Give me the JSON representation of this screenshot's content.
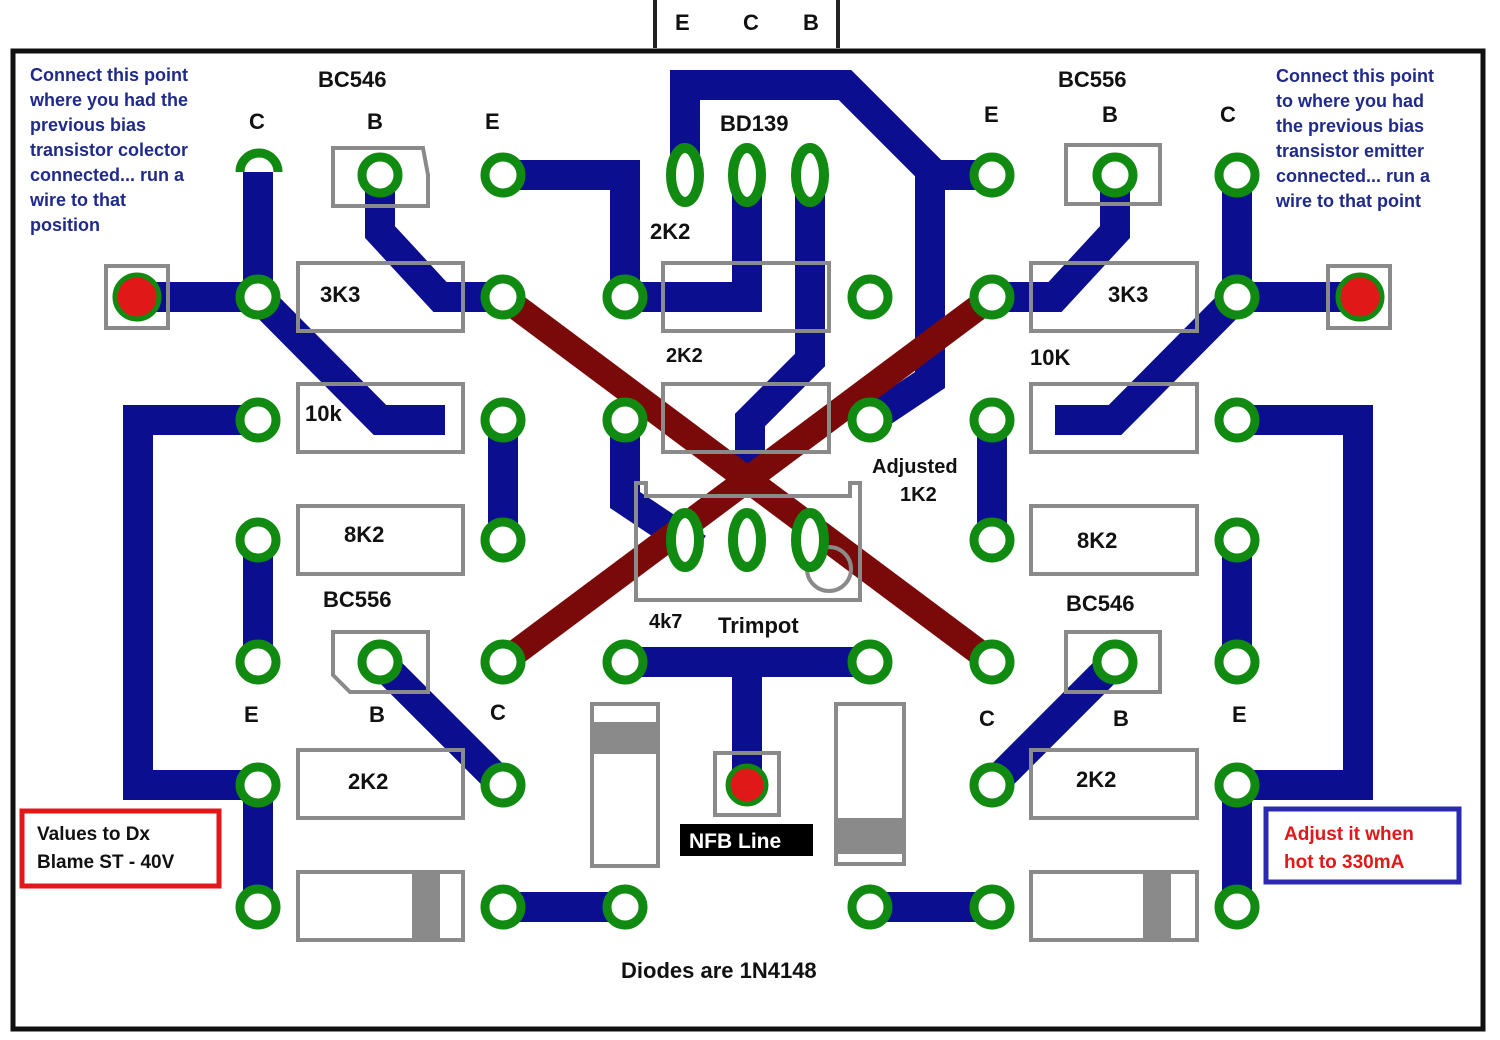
{
  "header_pins": {
    "e": "E",
    "c": "C",
    "b": "B"
  },
  "notes": {
    "left": [
      "Connect this point",
      "where you had the",
      "previous bias",
      "transistor colector",
      "connected... run a",
      "wire to that",
      "position"
    ],
    "right": [
      "Connect this point",
      "to where you had",
      "the previous bias",
      "transistor emitter",
      "connected... run a",
      "wire to that point"
    ]
  },
  "transistors": {
    "top_left": {
      "name": "BC546",
      "c": "C",
      "b": "B",
      "e": "E"
    },
    "top_right": {
      "name": "BC556",
      "e": "E",
      "b": "B",
      "c": "C"
    },
    "bottom_left": {
      "name": "BC556",
      "e": "E",
      "b": "B",
      "c": "C"
    },
    "bottom_right": {
      "name": "BC546",
      "c": "C",
      "b": "B",
      "e": "E"
    },
    "power": {
      "name": "BD139"
    }
  },
  "resistors": {
    "r_3k3_left": "3K3",
    "r_10k_left": "10k",
    "r_8k2_left": "8K2",
    "r_2k2_left": "2K2",
    "r_2k2_top": "2K2",
    "r_2k2_mid": "2K2",
    "r_3k3_right": "3K3",
    "r_10k_right": "10K",
    "r_8k2_right": "8K2",
    "r_2k2_right": "2K2"
  },
  "adjusted": [
    "Adjusted",
    "1K2"
  ],
  "trimpot": {
    "value": "4k7",
    "label": "Trimpot"
  },
  "nfb_label": "NFB Line",
  "diodes_note": "Diodes are 1N4148",
  "values_box": [
    "Values to Dx",
    "Blame ST - 40V"
  ],
  "adjust_box": [
    "Adjust it when",
    "hot to 330mA"
  ],
  "colors": {
    "trace_blue": "#0b0e8f",
    "trace_red": "#7a0a0a",
    "pad_green": "#118a11",
    "outline_gray": "#8a8a8a",
    "dot_red": "#e01818",
    "note_blue": "#1f2a8a",
    "values_box_border": "#e01818",
    "adjust_box_border": "#2a2ab0",
    "adjust_text": "#e01818"
  }
}
